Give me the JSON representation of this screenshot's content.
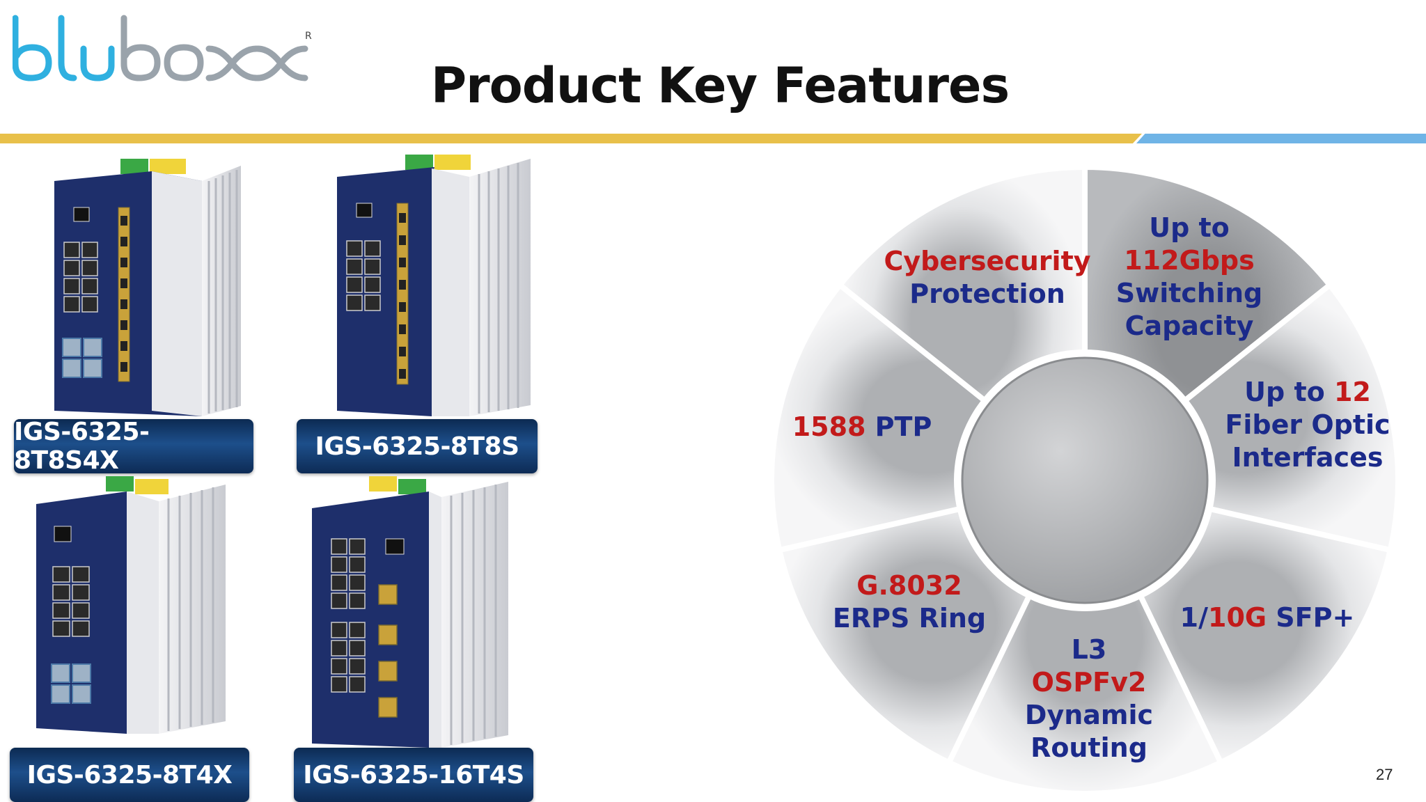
{
  "slide": {
    "title": "Product Key Features",
    "page_number": "27"
  },
  "logo": {
    "registered_mark": "R"
  },
  "colors": {
    "accent_gold": "#e8c04a",
    "accent_blue": "#6fb4e6",
    "label_navy": "#0c2a52",
    "feature_blue": "#1b2a8a",
    "highlight_red": "#c21a1a"
  },
  "products": [
    {
      "model": "IGS-6325-8T8S4X"
    },
    {
      "model": "IGS-6325-8T8S"
    },
    {
      "model": "IGS-6325-8T4X"
    },
    {
      "model": "IGS-6325-16T4S"
    }
  ],
  "features": {
    "cybersecurity": {
      "line1": "Cybersecurity",
      "line2": "Protection"
    },
    "switching": {
      "line1": "Up to",
      "line2": "112Gbps",
      "line3": "Switching",
      "line4": "Capacity"
    },
    "fiber": {
      "prefix": "Up to ",
      "number": "12",
      "line2": "Fiber Optic",
      "line3": "Interfaces"
    },
    "sfp": {
      "prefix": "1/",
      "highlight": "10G",
      "suffix": " SFP+"
    },
    "routing": {
      "line1": "L3",
      "line2": "OSPFv2",
      "line3": "Dynamic",
      "line4": "Routing"
    },
    "erps": {
      "line1": "G.8032",
      "line2": "ERPS Ring"
    },
    "ptp": {
      "highlight": "1588",
      "suffix": " PTP"
    }
  }
}
